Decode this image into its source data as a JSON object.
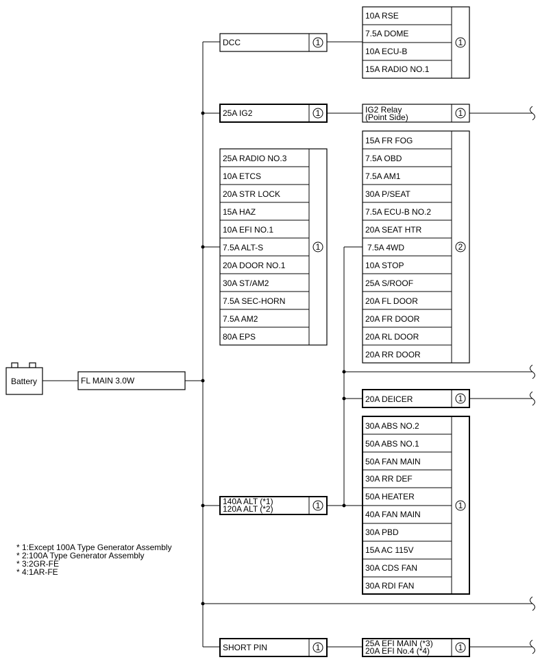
{
  "battery": {
    "label": "Battery"
  },
  "main_fuse": {
    "label": "FL MAIN 3.0W"
  },
  "group_a": {
    "source": "DCC",
    "source_marker": "1",
    "fuses": [
      "10A RSE",
      "7.5A DOME",
      "10A ECU-B",
      "15A RADIO NO.1"
    ],
    "marker": "1"
  },
  "ig2": {
    "source": "25A IG2",
    "source_marker": "1",
    "relay_line1": "IG2 Relay",
    "relay_line2": "(Point Side)",
    "relay_marker": "1"
  },
  "group_b": {
    "fuses": [
      "25A RADIO NO.3",
      "10A ETCS",
      "20A STR LOCK",
      "15A HAZ",
      "10A EFI NO.1",
      "7.5A ALT-S",
      "20A DOOR NO.1",
      "30A ST/AM2",
      "7.5A SEC-HORN",
      "7.5A AM2",
      "80A EPS"
    ],
    "marker": "1"
  },
  "group_c": {
    "fuses": [
      "15A FR FOG",
      "7.5A OBD",
      "7.5A AM1",
      "30A P/SEAT",
      "7.5A ECU-B NO.2",
      "20A SEAT HTR",
      "7.5A 4WD",
      "10A STOP",
      "25A S/ROOF",
      "20A FL DOOR",
      "20A FR DOOR",
      "20A RL DOOR",
      "20A RR DOOR"
    ],
    "marker": "2"
  },
  "deicer": {
    "label": "20A DEICER",
    "marker": "1"
  },
  "alt": {
    "line1": "140A ALT (*1)",
    "line2": "120A ALT (*2)",
    "marker": "1"
  },
  "group_d": {
    "fuses": [
      "30A ABS NO.2",
      "50A ABS NO.1",
      "50A FAN MAIN",
      "30A RR DEF",
      "50A HEATER",
      "40A FAN MAIN",
      "30A PBD",
      "15A AC 115V",
      "30A CDS FAN",
      "30A RDI FAN"
    ],
    "marker": "1"
  },
  "short_pin": {
    "label": "SHORT PIN",
    "marker": "1",
    "efi_line1": "25A EFI MAIN (*3)",
    "efi_line2": "20A EFI No.4 (*4)",
    "efi_marker": "1"
  },
  "notes": [
    "* 1:Except 100A Type Generator Assembly",
    "* 2:100A Type Generator Assembly",
    "* 3:2GR-FE",
    "* 4:1AR-FE"
  ]
}
